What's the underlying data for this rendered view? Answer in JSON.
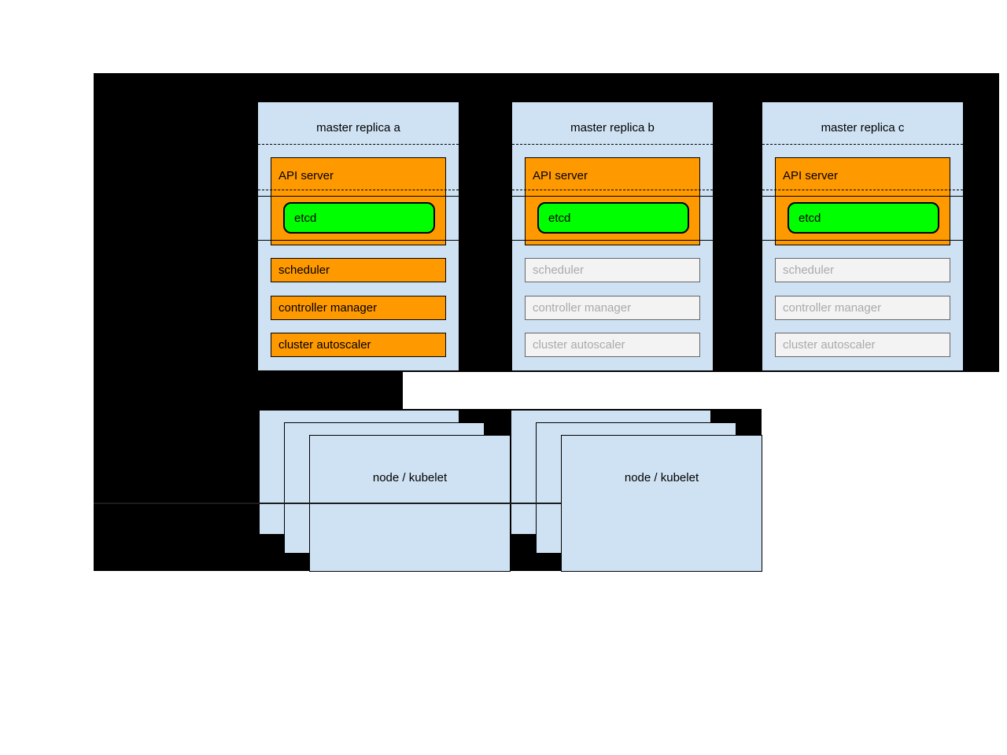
{
  "colors": {
    "panel_blue": "#CFE2F3",
    "active_orange": "#FF9900",
    "etcd_green": "#00FF00",
    "inactive_fill": "#F3F3F3",
    "inactive_border": "#666666",
    "inactive_text": "#AAAAAA",
    "backdrop_black": "#000000",
    "canvas_white": "#FFFFFF"
  },
  "masters": [
    {
      "title": "master replica a",
      "active": true,
      "components": {
        "api_server": "API server",
        "etcd": "etcd",
        "scheduler": "scheduler",
        "controller_manager": "controller manager",
        "cluster_autoscaler": "cluster autoscaler"
      }
    },
    {
      "title": "master replica b",
      "active": false,
      "components": {
        "api_server": "API server",
        "etcd": "etcd",
        "scheduler": "scheduler",
        "controller_manager": "controller manager",
        "cluster_autoscaler": "cluster autoscaler"
      }
    },
    {
      "title": "master replica c",
      "active": false,
      "components": {
        "api_server": "API server",
        "etcd": "etcd",
        "scheduler": "scheduler",
        "controller_manager": "controller manager",
        "cluster_autoscaler": "cluster autoscaler"
      }
    }
  ],
  "nodes": [
    {
      "label": "node / kubelet",
      "stack_count": 3
    },
    {
      "label": "node / kubelet",
      "stack_count": 3
    }
  ]
}
